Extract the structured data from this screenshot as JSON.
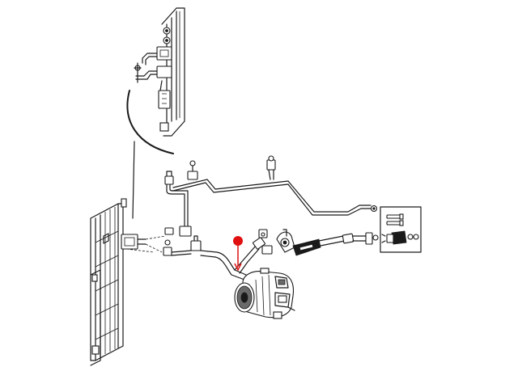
{
  "diagram": {
    "callout_color": "#e01010",
    "line_color": "#1a1a1a",
    "background": "#ffffff",
    "parts": [
      "radiator-condenser",
      "upper-detail-view",
      "liquid-line-tube",
      "suction-discharge-hose",
      "ac-compressor",
      "service-port-detail-inset"
    ]
  }
}
